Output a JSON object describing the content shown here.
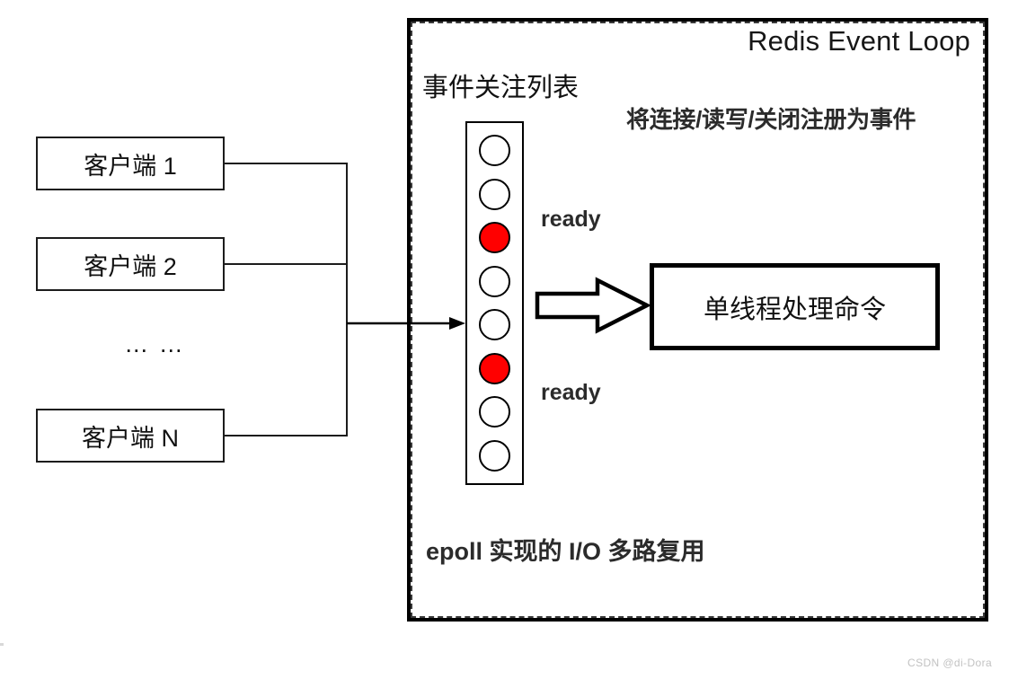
{
  "diagram": {
    "title": "Redis Event Loop",
    "watermark": "CSDN @di-Dora",
    "colors": {
      "ready_dot": "#ff0000",
      "idle_dot": "#ffffff",
      "stroke": "#000000",
      "background": "#ffffff",
      "watermark": "#c2c2c2"
    }
  },
  "clients": {
    "items": [
      {
        "label": "客户端 1"
      },
      {
        "label": "客户端 2"
      },
      {
        "label": "客户端 N"
      }
    ],
    "ellipsis": "… …"
  },
  "event_loop": {
    "title": "Redis Event Loop",
    "list_label": "事件关注列表",
    "register_note": "将连接/读写/关闭注册为事件",
    "epoll_note": "epoll 实现的 I/O 多路复用",
    "ready_labels": [
      {
        "text": "ready"
      },
      {
        "text": "ready"
      }
    ],
    "event_slots": [
      {
        "index": 1,
        "state": "idle"
      },
      {
        "index": 2,
        "state": "idle"
      },
      {
        "index": 3,
        "state": "ready"
      },
      {
        "index": 4,
        "state": "idle"
      },
      {
        "index": 5,
        "state": "idle"
      },
      {
        "index": 6,
        "state": "ready"
      },
      {
        "index": 7,
        "state": "idle"
      },
      {
        "index": 8,
        "state": "idle"
      }
    ]
  },
  "handler": {
    "label": "单线程处理命令"
  },
  "icons": {
    "client_to_loop_arrow": "arrow-right-icon",
    "dispatch_arrow": "block-arrow-right-icon"
  }
}
